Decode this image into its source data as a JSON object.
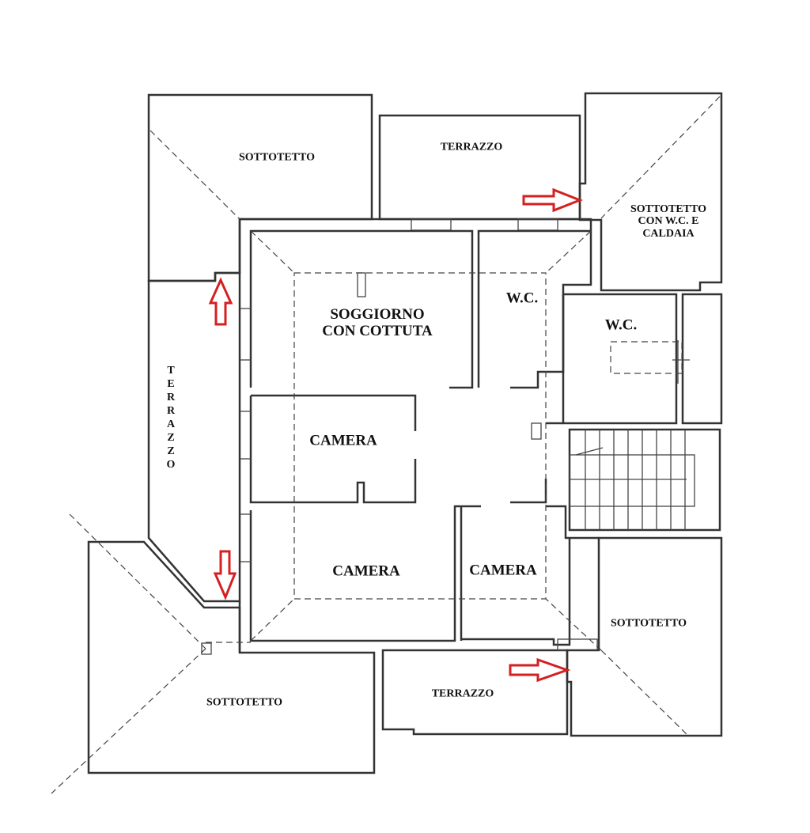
{
  "rooms": {
    "sottotetto_top_left": "SOTTOTETTO",
    "terrazzo_top": "TERRAZZO",
    "sottotetto_top_right": [
      "SOTTOTETTO",
      "CON W.C. E",
      "CALDAIA"
    ],
    "soggiorno": [
      "SOGGIORNO",
      "CON COTTUTA"
    ],
    "wc_1": "W.C.",
    "wc_2": "W.C.",
    "terrazzo_left": "TERRAZZO",
    "camera_1": "CAMERA",
    "camera_2": "CAMERA",
    "camera_3": "CAMERA",
    "sottotetto_bottom_left": "SOTTOTETTO",
    "terrazzo_bottom": "TERRAZZO",
    "sottotetto_bottom_right": "SOTTOTETTO"
  },
  "colors": {
    "walls": "#333333",
    "arrows": "#d42020",
    "hatch": "#333333"
  }
}
